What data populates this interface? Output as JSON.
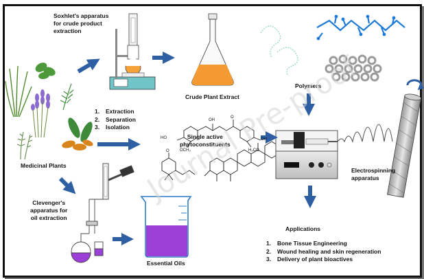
{
  "labels": {
    "soxhlet": "Soxhlet's apparatus\nfor crude product\nextraction",
    "crude_extract": "Crude Plant Extract",
    "polymers": "Polymers",
    "medicinal_plants": "Medicinal Plants",
    "single_active": "Single active\nphytoconstituents",
    "electrospinning": "Electrospinning\napparatus",
    "clevenger": "Clevenger's\napparatus for\noil extraction",
    "essential_oils": "Essential Oils",
    "applications": "Applications"
  },
  "extraction_steps": [
    {
      "num": "1.",
      "text": "Extraction"
    },
    {
      "num": "2.",
      "text": "Separation"
    },
    {
      "num": "3.",
      "text": "Isolation"
    }
  ],
  "application_items": [
    {
      "num": "1.",
      "text": "Bone Tissue Engineering"
    },
    {
      "num": "2.",
      "text": "Wound healing and skin regeneration"
    },
    {
      "num": "3.",
      "text": "Delivery of plant bioactives"
    }
  ],
  "chem_labels": {
    "oh_top": "OH",
    "o1": "O",
    "o2": "O",
    "ho_left": "HO",
    "och3_left": "OCH₃",
    "h3co_right": "H₃CO",
    "oh_right": "OH"
  },
  "watermark": "Journal Pre-proof",
  "colors": {
    "arrow": "#2e5fa3",
    "crude": "#f39a32",
    "oil": "#9b3fd6",
    "fiber": "#555555",
    "polymer_blue": "#1f7bd8",
    "polymer_light": "#8fd6c2"
  }
}
